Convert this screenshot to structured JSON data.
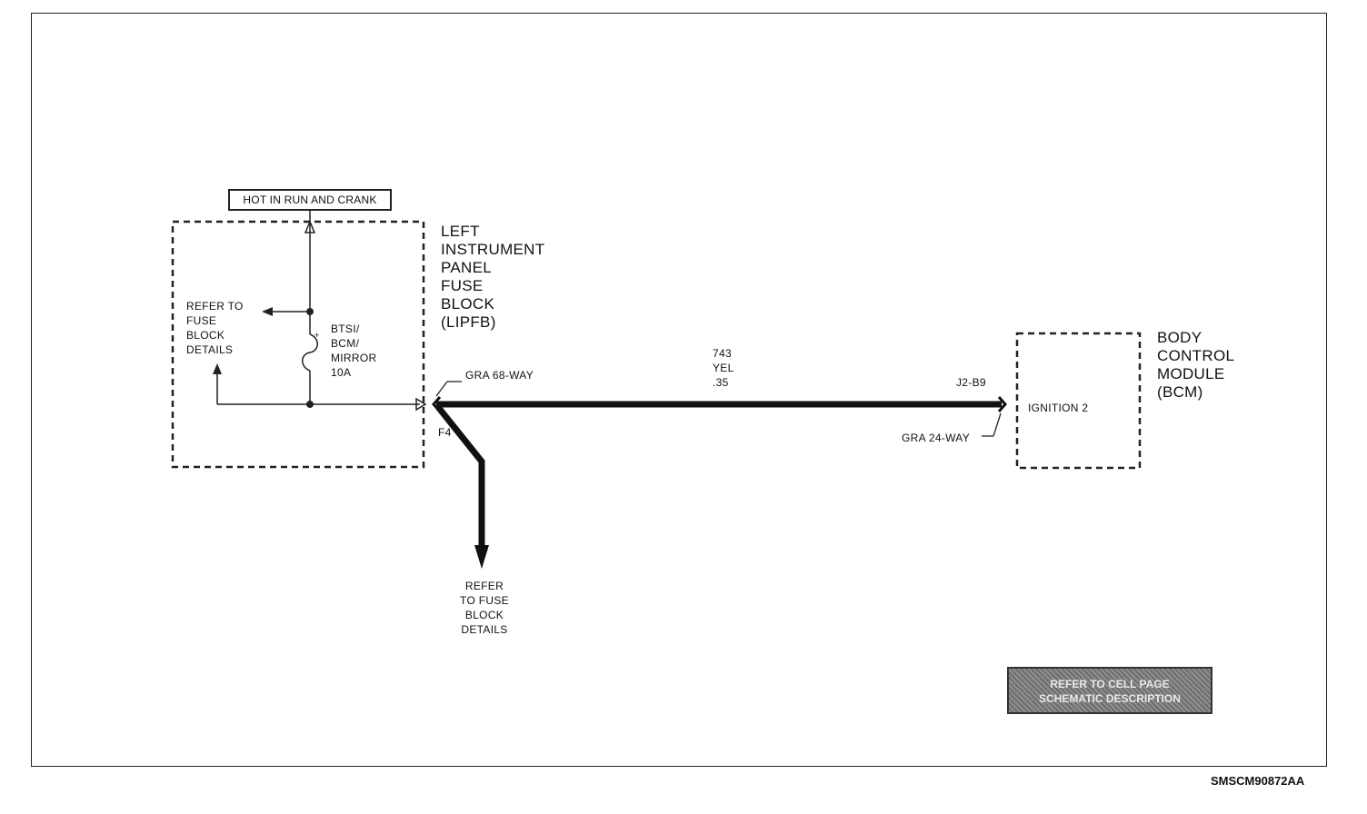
{
  "header": {
    "hot_label": "HOT IN RUN AND CRANK"
  },
  "fuse_block": {
    "name": "LEFT\nINSTRUMENT\nPANEL\nFUSE\nBLOCK\n(LIPFB)",
    "refer_label": "REFER TO\nFUSE\nBLOCK\nDETAILS",
    "fuse_label": "BTSI/\nBCM/\nMIRROR\n10A",
    "connector": "GRA 68-WAY",
    "pin": "F4"
  },
  "wire": {
    "circuit": "743",
    "color": "YEL",
    "gauge": ".35"
  },
  "branch": {
    "refer_label": "REFER\nTO FUSE\nBLOCK\nDETAILS"
  },
  "bcm": {
    "name": "BODY\nCONTROL\nMODULE\n(BCM)",
    "pin": "J2-B9",
    "connector": "GRA 24-WAY",
    "terminal": "IGNITION 2"
  },
  "reference_box": {
    "text": "REFER TO CELL PAGE\nSCHEMATIC DESCRIPTION"
  },
  "figure_code": "SMSCM90872AA"
}
